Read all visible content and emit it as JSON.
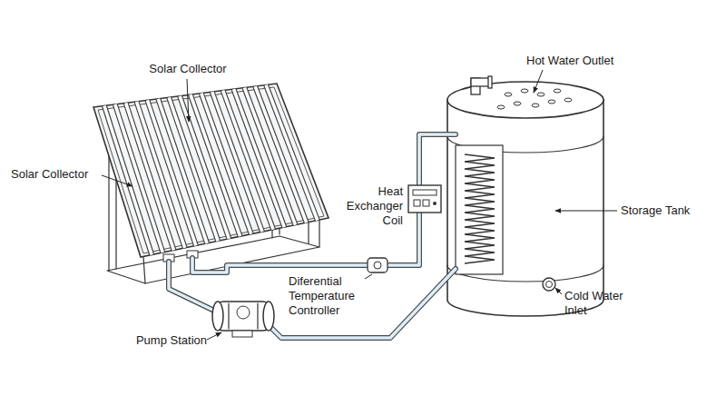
{
  "diagram": {
    "labels": [
      "Hot Water Outlet",
      "Solar Collector",
      "Solar Collector",
      "Heat Exchanger Coil",
      "Storage Tank",
      "Diferential Temperature Controller",
      "Cold Water Inlet",
      "Pump Station"
    ]
  }
}
